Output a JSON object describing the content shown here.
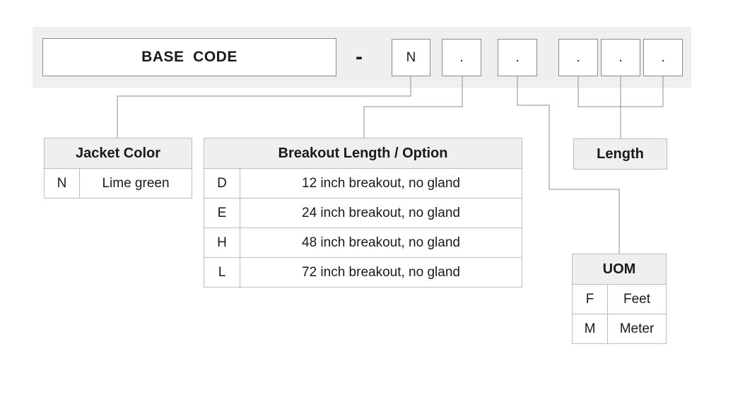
{
  "code": {
    "base": "BASE  CODE",
    "dash": "-",
    "slot_n": "N",
    "slot_dot": "."
  },
  "jacket": {
    "title": "Jacket Color",
    "rows": [
      {
        "code": "N",
        "label": "Lime green"
      }
    ]
  },
  "breakout": {
    "title": "Breakout Length / Option",
    "rows": [
      {
        "code": "D",
        "label": "12 inch breakout, no gland"
      },
      {
        "code": "E",
        "label": "24 inch breakout, no gland"
      },
      {
        "code": "H",
        "label": "48 inch breakout, no gland"
      },
      {
        "code": "L",
        "label": "72 inch breakout, no gland"
      }
    ]
  },
  "length": {
    "title": "Length"
  },
  "uom": {
    "title": "UOM",
    "rows": [
      {
        "code": "F",
        "label": "Feet"
      },
      {
        "code": "M",
        "label": "Meter"
      }
    ]
  },
  "colors": {
    "band": "#efefef",
    "line": "#8c8c8c",
    "cell_border": "#bdbdbd"
  }
}
